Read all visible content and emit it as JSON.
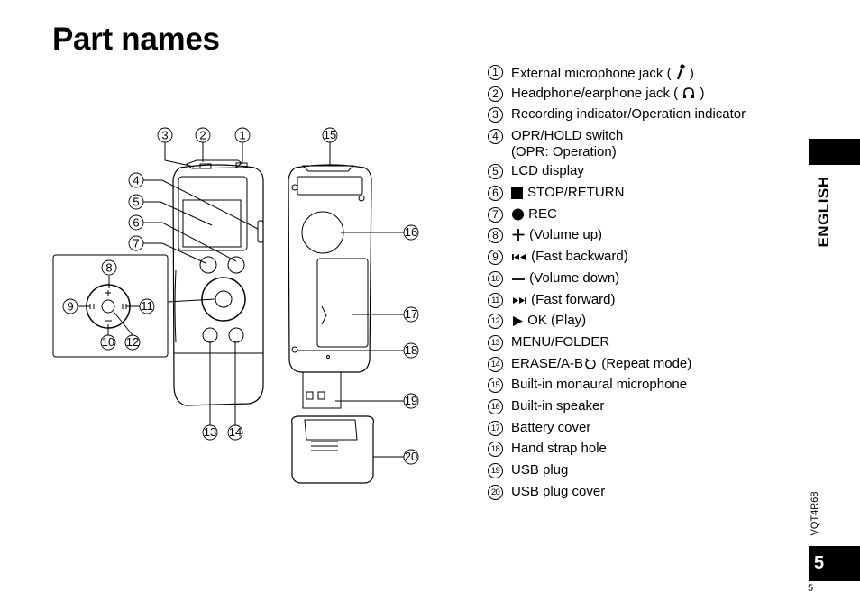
{
  "title": "Part names",
  "callouts": [
    "1",
    "2",
    "3",
    "4",
    "5",
    "6",
    "7",
    "8",
    "9",
    "10",
    "11",
    "12",
    "13",
    "14",
    "15",
    "16",
    "17",
    "18",
    "19",
    "20"
  ],
  "parts": [
    {
      "num": "1",
      "text": "External microphone jack (",
      "icon": "microphone-icon",
      "after": ")"
    },
    {
      "num": "2",
      "text": "Headphone/earphone jack (",
      "icon": "headphone-icon",
      "after": ")"
    },
    {
      "num": "3",
      "text": "Recording indicator/Operation indicator"
    },
    {
      "num": "4",
      "text": "OPR/HOLD switch",
      "sub": "(OPR: Operation)"
    },
    {
      "num": "5",
      "text": "LCD display"
    },
    {
      "num": "6",
      "icon": "stop-square-icon",
      "text": "STOP/RETURN"
    },
    {
      "num": "7",
      "icon": "record-circle-icon",
      "text": "REC"
    },
    {
      "num": "8",
      "icon": "plus-icon",
      "text": "(Volume up)"
    },
    {
      "num": "9",
      "icon": "fast-backward-icon",
      "text": "(Fast backward)"
    },
    {
      "num": "10",
      "icon": "minus-icon",
      "text": "(Volume down)"
    },
    {
      "num": "11",
      "icon": "fast-forward-icon",
      "text": "(Fast forward)"
    },
    {
      "num": "12",
      "icon": "play-triangle-icon",
      "text": "OK (Play)"
    },
    {
      "num": "13",
      "text": "MENU/FOLDER"
    },
    {
      "num": "14",
      "text": "ERASE/A-B",
      "icon": "repeat-icon",
      "after": "(Repeat mode)"
    },
    {
      "num": "15",
      "text": "Built-in monaural microphone"
    },
    {
      "num": "16",
      "text": "Built-in speaker"
    },
    {
      "num": "17",
      "text": "Battery cover"
    },
    {
      "num": "18",
      "text": "Hand strap hole"
    },
    {
      "num": "19",
      "text": "USB plug"
    },
    {
      "num": "20",
      "text": "USB plug cover"
    }
  ],
  "language_tab": "ENGLISH",
  "doc_code": "VQT4R68",
  "page_number": "5",
  "page_footer": "5"
}
